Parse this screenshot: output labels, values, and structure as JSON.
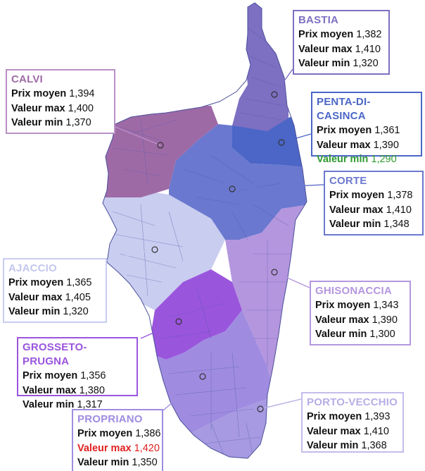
{
  "colors": {
    "bastia": "#7d6fc2",
    "penta": "#4b66c7",
    "corte": "#6a78cf",
    "calvi": "#9e6aa6",
    "ajaccio": "#c9cdf0",
    "ghisonaccia": "#b496de",
    "grosseto": "#9a55dd",
    "propriano": "#9f8ce0",
    "porto": "#a79ae2",
    "warn_low": "#2e9a2e",
    "warn_high": "#e02020"
  },
  "labels": {
    "prix": "Prix moyen",
    "vmax": "Valeur max",
    "vmin": "Valeur min"
  },
  "regions": [
    {
      "id": "bastia",
      "name": "BASTIA",
      "prix": "1,382",
      "max": "1,410",
      "min": "1,320"
    },
    {
      "id": "calvi",
      "name": "CALVI",
      "prix": "1,394",
      "max": "1,400",
      "min": "1,370"
    },
    {
      "id": "penta",
      "name": "PENTA-DI-CASINCA",
      "prix": "1,361",
      "max": "1,390",
      "min": "1,290",
      "highlight": "min_low"
    },
    {
      "id": "corte",
      "name": "CORTE",
      "prix": "1,378",
      "max": "1,410",
      "min": "1,348"
    },
    {
      "id": "ajaccio",
      "name": "AJACCIO",
      "prix": "1,365",
      "max": "1,405",
      "min": "1,320"
    },
    {
      "id": "ghisonaccia",
      "name": "GHISONACCIA",
      "prix": "1,343",
      "max": "1,390",
      "min": "1,300"
    },
    {
      "id": "grosseto",
      "name": "GROSSETO-PRUGNA",
      "prix": "1,356",
      "max": "1,380",
      "min": "1,317"
    },
    {
      "id": "propriano",
      "name": "PROPRIANO",
      "prix": "1,386",
      "max": "1,420",
      "min": "1,350",
      "highlight": "max_high"
    },
    {
      "id": "porto",
      "name": "PORTO-VECCHIO",
      "prix": "1,393",
      "max": "1,410",
      "min": "1,368"
    }
  ]
}
